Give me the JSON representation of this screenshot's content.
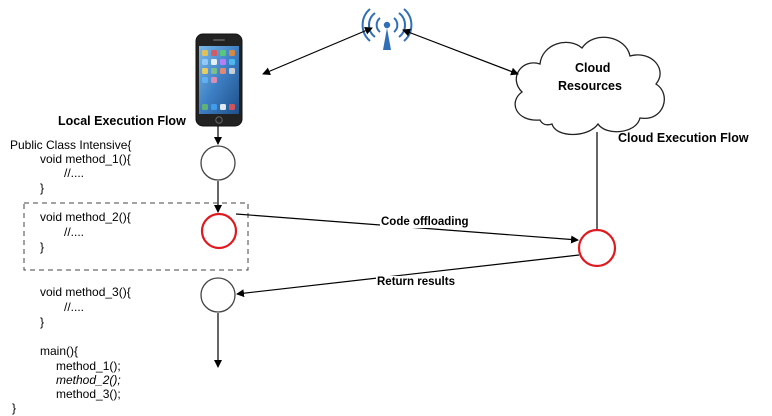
{
  "labels": {
    "local_flow": "Local Execution Flow",
    "cloud_flow": "Cloud Execution Flow",
    "cloud_line1": "Cloud",
    "cloud_line2": "Resources",
    "code_offloading": "Code offloading",
    "return_results": "Return results"
  },
  "code": {
    "class_decl": "Public Class Intensive{",
    "m1_sig": "void method_1(){",
    "m1_body": "//....",
    "m1_close": "}",
    "m2_sig": "void method_2(){",
    "m2_body": "//....",
    "m2_close": "}",
    "m3_sig": "void method_3(){",
    "m3_body": "//....",
    "m3_close": "}",
    "main_sig": "main(){",
    "call1": "method_1();",
    "call2": "method_2();",
    "call3": "method_3();",
    "class_close": "}"
  },
  "icons": {
    "phone": "smartphone-icon",
    "tower": "wireless-tower-icon",
    "cloud": "cloud-icon"
  },
  "colors": {
    "local_node": "#444444",
    "offload_node": "#e0191f",
    "tower": "#2e6fb6"
  }
}
